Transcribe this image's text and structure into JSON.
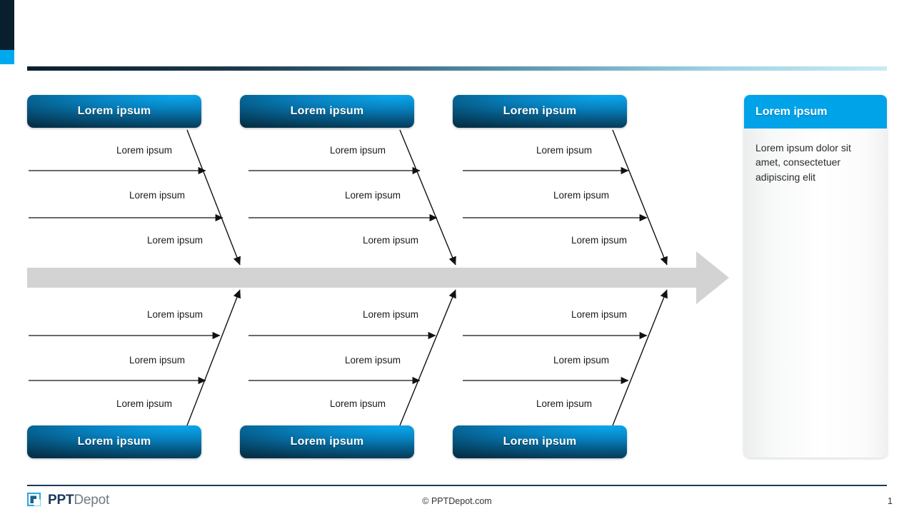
{
  "slide": {
    "page_number": "1",
    "colors": {
      "accent_blue": "#00a2e8",
      "dark_navy": "#0a1f2e",
      "spine_gray": "#d3d3d3",
      "box_gradient_light": "#0aa6ea",
      "box_gradient_dark": "#042536"
    }
  },
  "diagram": {
    "type": "fishbone",
    "top_categories": [
      {
        "title": "Lorem ipsum",
        "causes": [
          "Lorem ipsum",
          "Lorem ipsum",
          "Lorem ipsum"
        ]
      },
      {
        "title": "Lorem ipsum",
        "causes": [
          "Lorem ipsum",
          "Lorem ipsum",
          "Lorem ipsum"
        ]
      },
      {
        "title": "Lorem ipsum",
        "causes": [
          "Lorem ipsum",
          "Lorem ipsum",
          "Lorem ipsum"
        ]
      }
    ],
    "bottom_categories": [
      {
        "title": "Lorem ipsum",
        "causes": [
          "Lorem ipsum",
          "Lorem ipsum",
          "Lorem ipsum"
        ]
      },
      {
        "title": "Lorem ipsum",
        "causes": [
          "Lorem ipsum",
          "Lorem ipsum",
          "Lorem ipsum"
        ]
      },
      {
        "title": "Lorem ipsum",
        "causes": [
          "Lorem ipsum",
          "Lorem ipsum",
          "Lorem ipsum"
        ]
      }
    ]
  },
  "result_panel": {
    "header": "Lorem ipsum",
    "body": "Lorem ipsum dolor sit amet, consectetuer adipiscing elit"
  },
  "footer": {
    "logo_bold": "PPT",
    "logo_light": "Depot",
    "copyright": "© PPTDepot.com",
    "page": "1"
  }
}
